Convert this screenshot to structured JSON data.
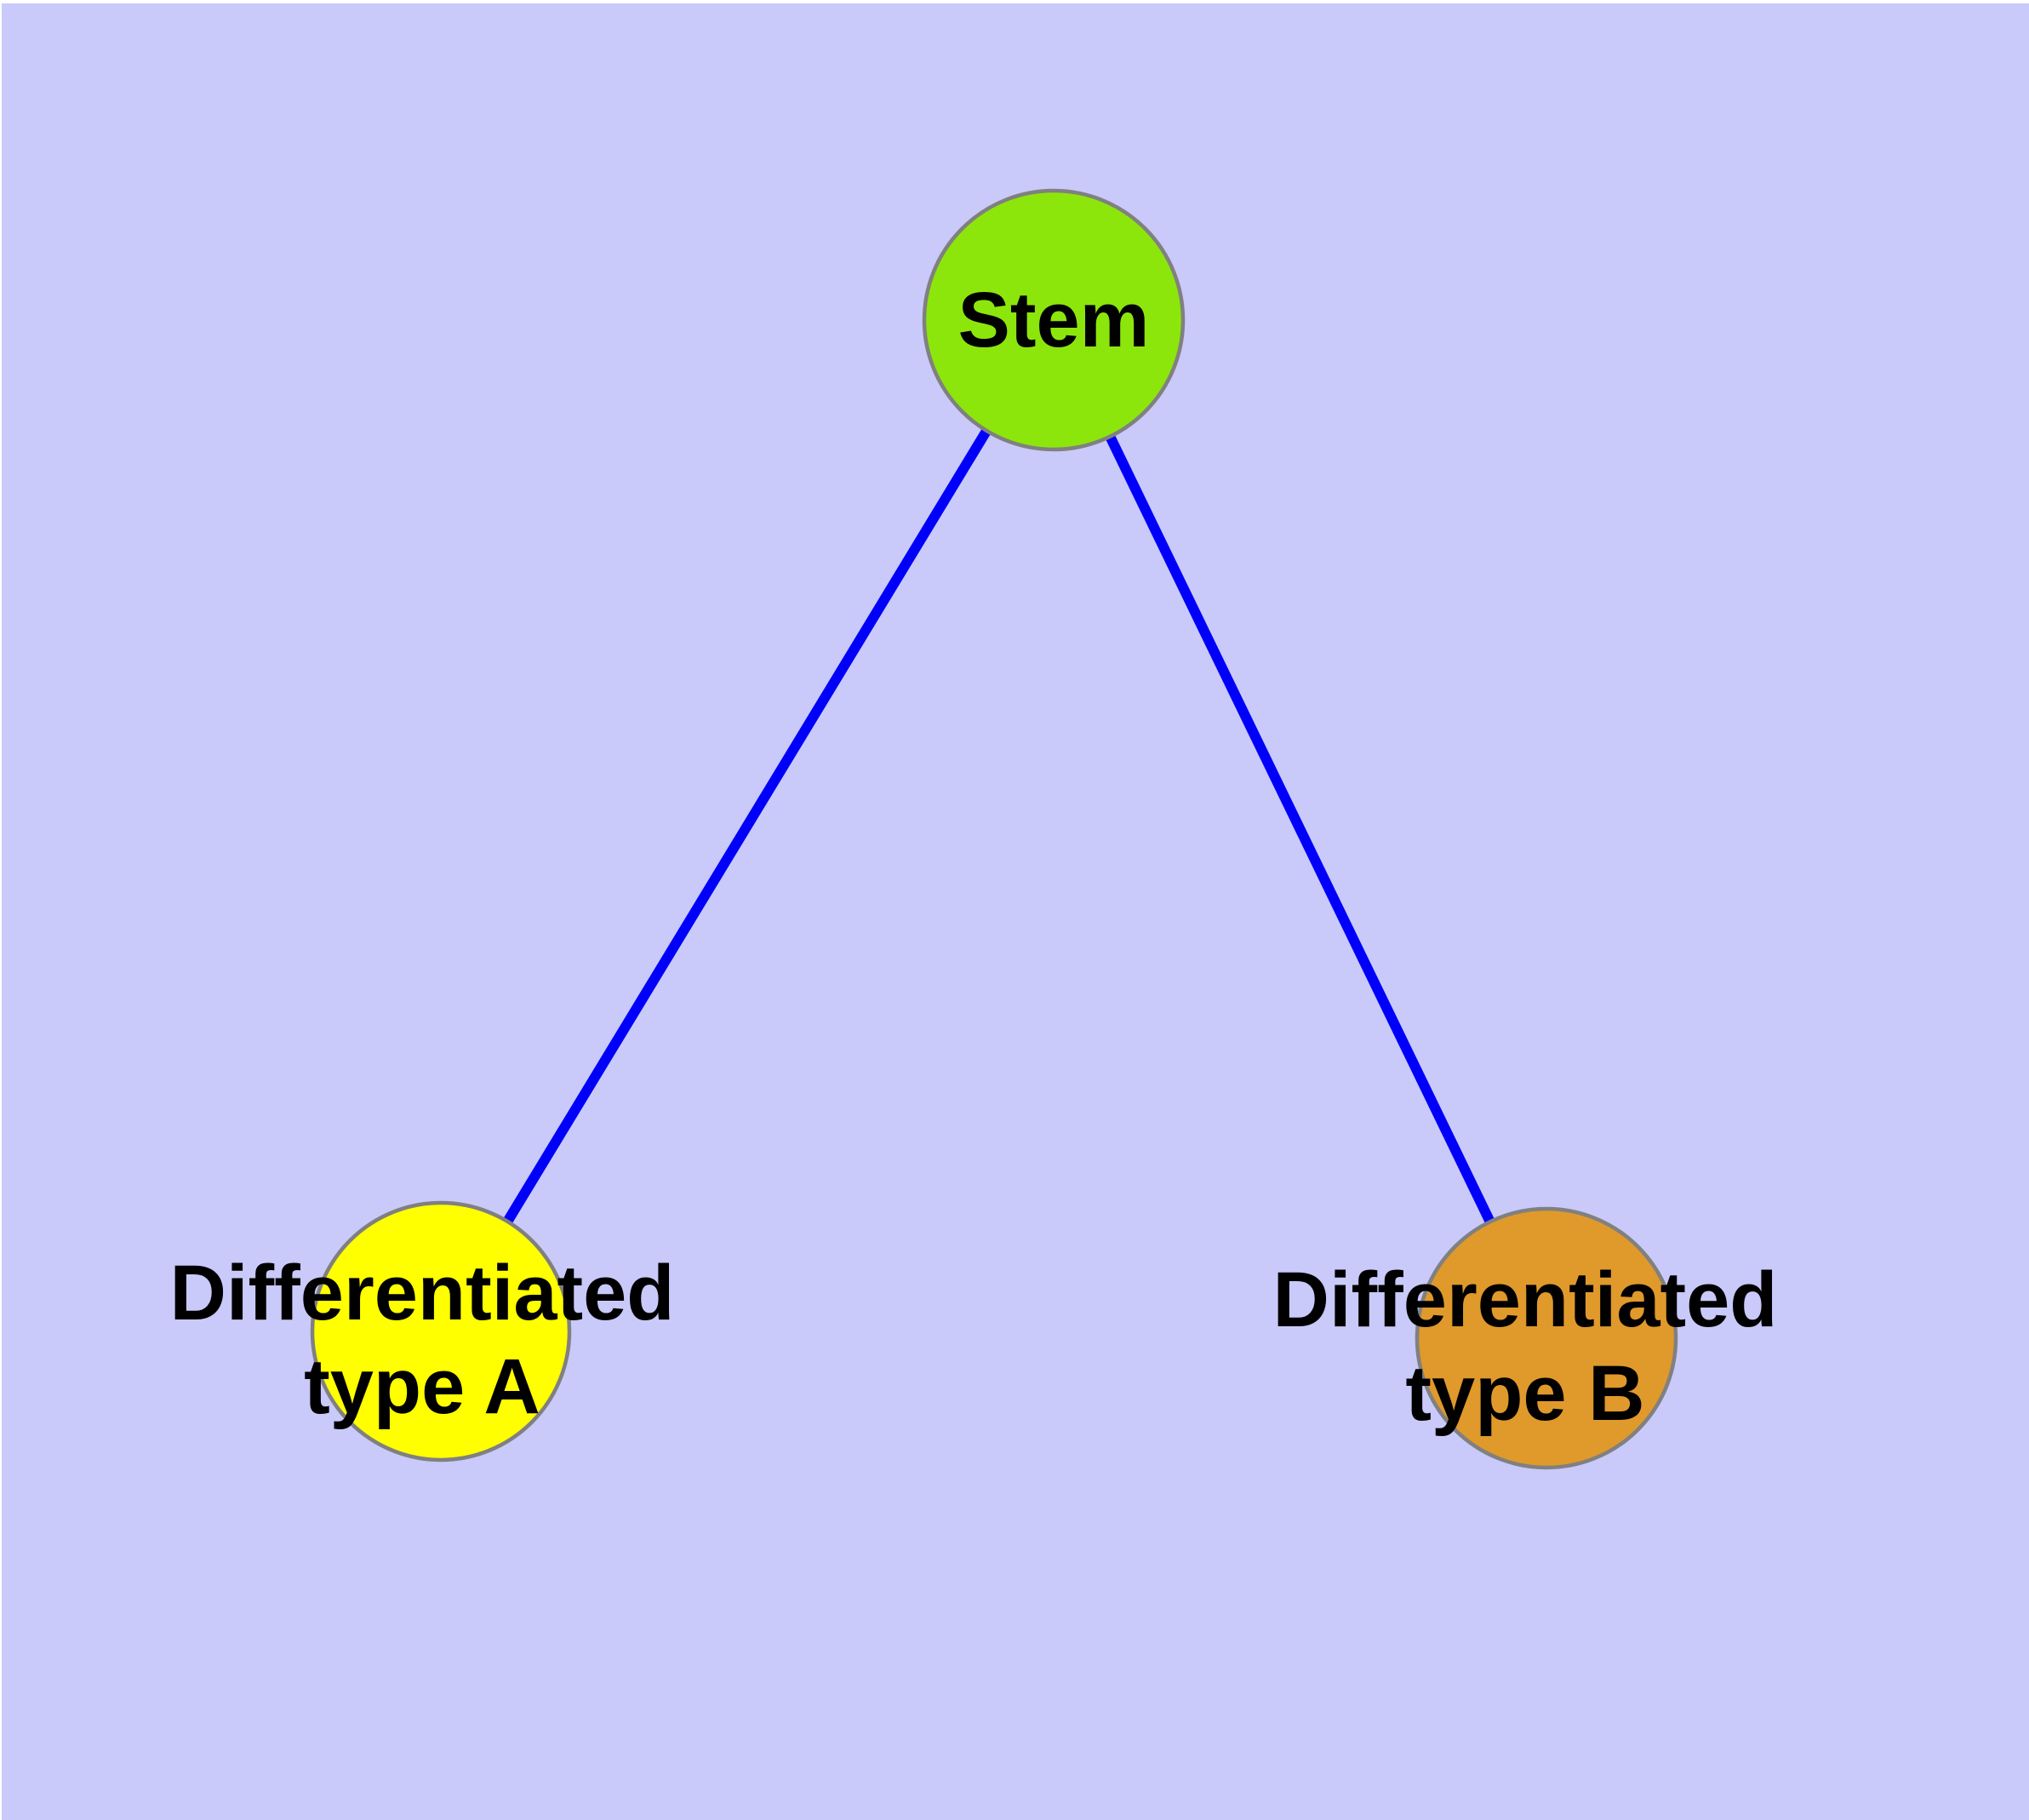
{
  "diagram": {
    "background_color": "#C9C9FA",
    "edge_color": "#0000FA",
    "node_border_color": "#808080",
    "text_color": "#000000",
    "nodes": {
      "stem": {
        "label": "Stem",
        "color": "#8CE60C"
      },
      "type_a": {
        "label": "Differentiated\ntype A",
        "color": "#FFFF00"
      },
      "type_b": {
        "label": "Differentiated\ntype B",
        "color": "#E0992B"
      }
    },
    "edges": [
      {
        "from": "Stem",
        "to": "Differentiated type A"
      },
      {
        "from": "Stem",
        "to": "Differentiated type B"
      }
    ]
  }
}
